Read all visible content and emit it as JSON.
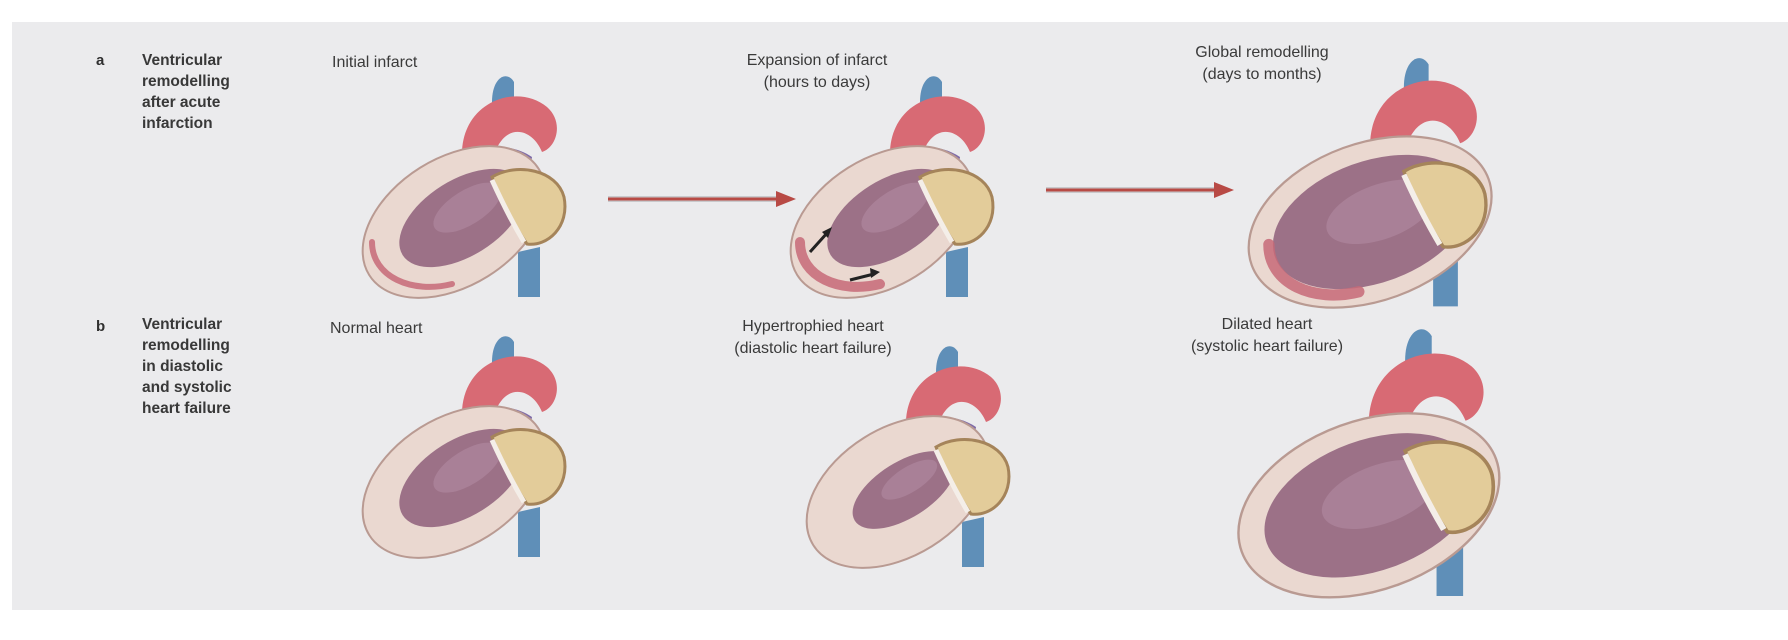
{
  "panels": [
    {
      "letter": "a",
      "label": "Ventricular\nremodelling\nafter acute\ninfarction",
      "stages": [
        {
          "caption": "Initial infarct"
        },
        {
          "caption": "Expansion of infarct\n(hours to days)"
        },
        {
          "caption": "Global remodelling\n(days to months)"
        }
      ]
    },
    {
      "letter": "b",
      "label": "Ventricular\nremodelling\nin diastolic\nand systolic\nheart failure",
      "stages": [
        {
          "caption": "Normal heart"
        },
        {
          "caption": "Hypertrophied heart\n(diastolic heart failure)"
        },
        {
          "caption": "Dilated heart\n(systolic heart failure)"
        }
      ]
    }
  ],
  "colors": {
    "background": "#ebebed",
    "arrow": "#b84a45",
    "myocardium": "#ead8d0",
    "cavity": "#8e5f7a",
    "infarct": "#c76a78",
    "aorta": "#d86a74",
    "pulmonary": "#7e6aa8",
    "vein": "#5f8fb8",
    "atrium": "#e3cc9a"
  }
}
